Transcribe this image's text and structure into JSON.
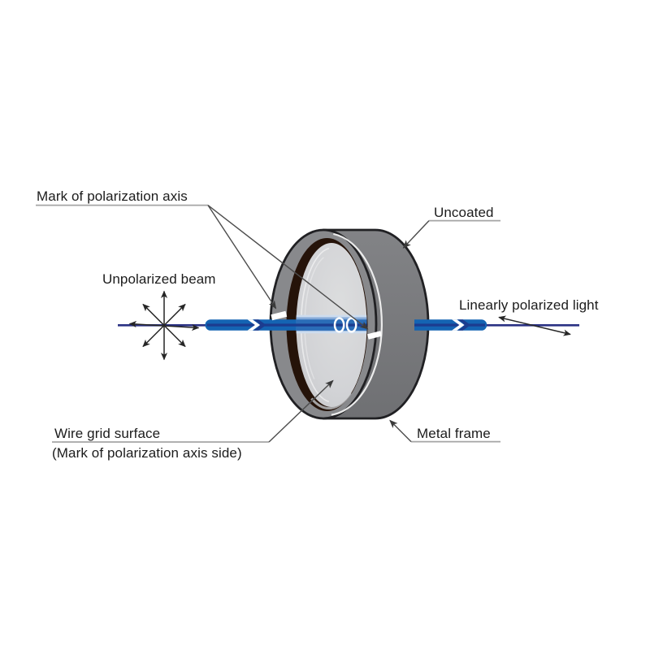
{
  "labels": {
    "mark_of_polarization_axis": "Mark of polarization axis",
    "uncoated": "Uncoated",
    "unpolarized_beam": "Unpolarized beam",
    "linearly_polarized_light": "Linearly polarized light",
    "wire_grid_surface": "Wire grid surface",
    "wire_grid_surface_note": "(Mark of polarization axis side)",
    "metal_frame": "Metal frame"
  },
  "colors": {
    "background": "#ffffff",
    "beam_blue": "#1464b3",
    "beam_core_navy": "#1c3c8f",
    "beam_thin_line": "#2b3284",
    "beam_halo_light": "#cddcee",
    "beam_halo_mid": "#84a9d7",
    "beam_in_lens": "#2a6cb7",
    "chevron_white": "#ffffff",
    "frame_side_gray": "#7a7b7e",
    "frame_face_gray": "#88898c",
    "frame_outline": "#202023",
    "bevel_dark_brown": "#251309",
    "lens_gray": "#d2d3d6",
    "edge_highlight": "#f2f2f2",
    "polarization_mark_white": "#ffffff",
    "label_text": "#1c1c1c",
    "leader_line": "#4c4c4c",
    "label_underline": "#a5a5a5",
    "arrow_black": "#262626"
  }
}
